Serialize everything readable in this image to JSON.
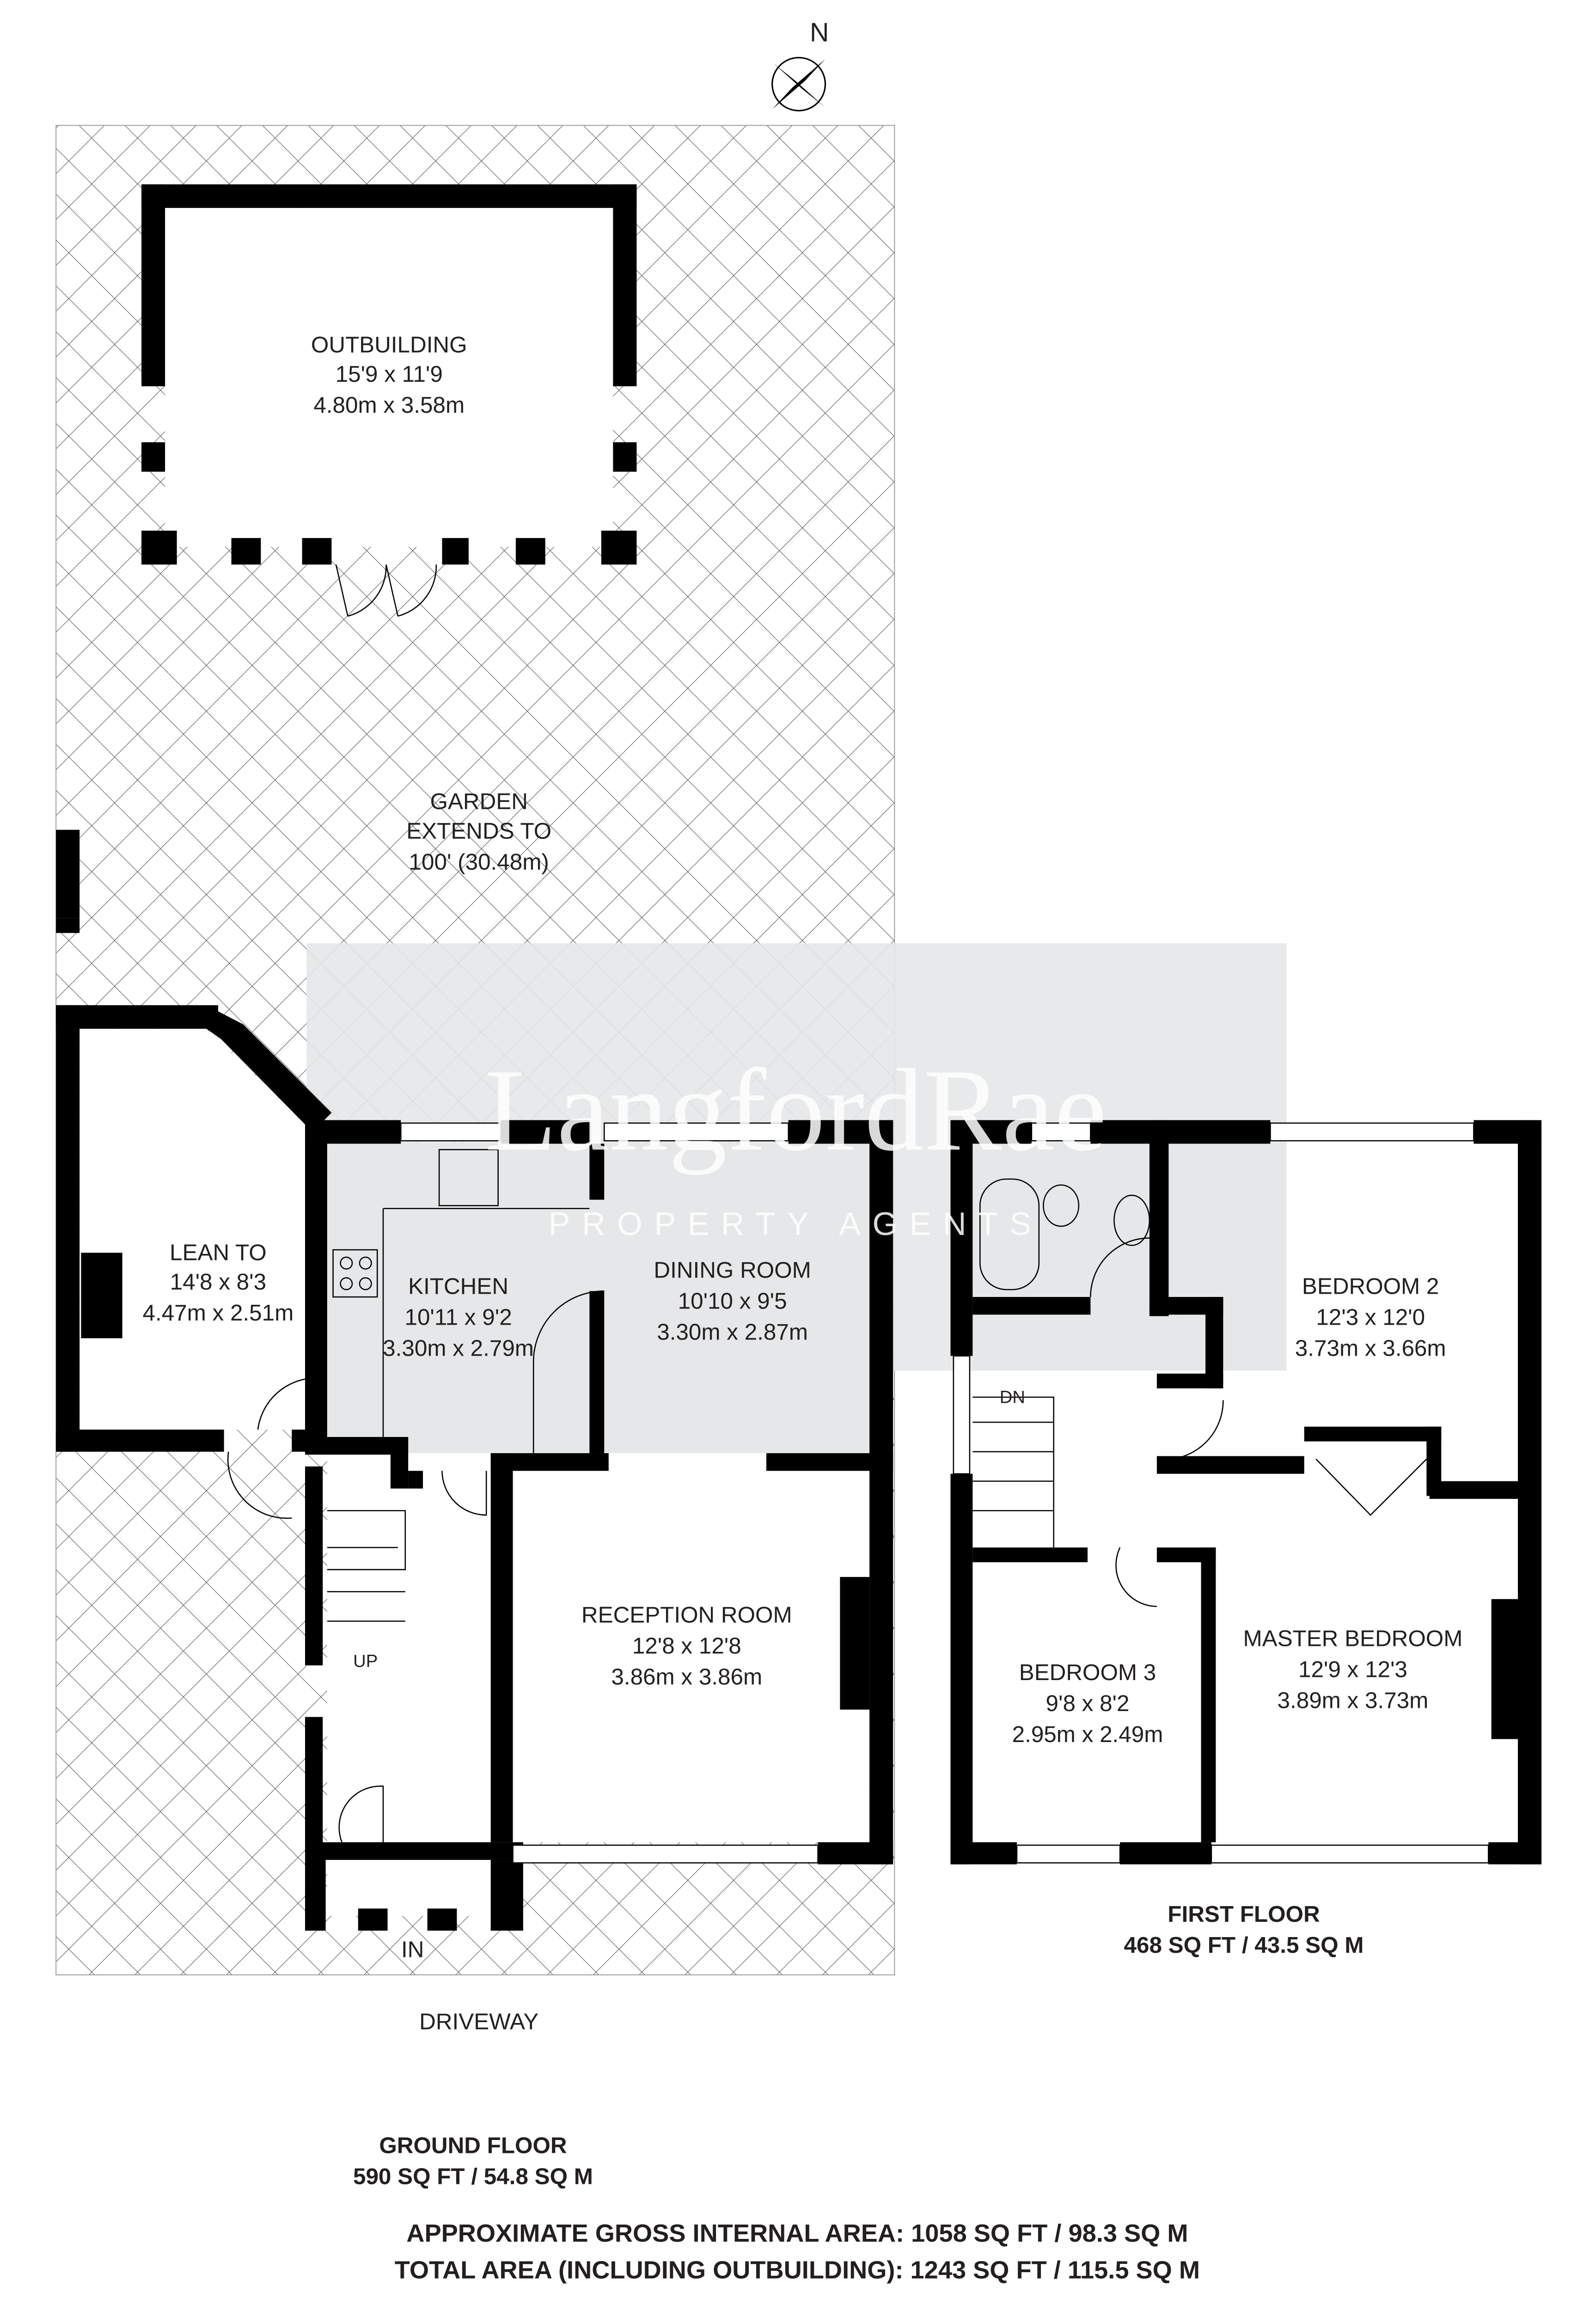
{
  "compass": {
    "label": "N"
  },
  "watermark": {
    "brand": "LangfordRae",
    "tagline": "PROPERTY AGENTS"
  },
  "ground_floor": {
    "title": "GROUND FLOOR",
    "area": "590 SQ FT / 54.8 SQ M",
    "rooms": [
      {
        "name": "OUTBUILDING",
        "imperial": "15'9 x 11'9",
        "metric": "4.80m x 3.58m"
      },
      {
        "name": "LEAN TO",
        "imperial": "14'8 x 8'3",
        "metric": "4.47m x 2.51m"
      },
      {
        "name": "KITCHEN",
        "imperial": "10'11 x 9'2",
        "metric": "3.30m x 2.79m"
      },
      {
        "name": "DINING ROOM",
        "imperial": "10'10 x 9'5",
        "metric": "3.30m x 2.87m"
      },
      {
        "name": "RECEPTION ROOM",
        "imperial": "12'8 x 12'8",
        "metric": "3.86m x 3.86m"
      }
    ],
    "garden": [
      "GARDEN",
      "EXTENDS TO",
      "100' (30.48m)"
    ],
    "stairs_label": "UP",
    "entrance_label": "IN",
    "driveway_label": "DRIVEWAY"
  },
  "first_floor": {
    "title": "FIRST FLOOR",
    "area": "468 SQ FT / 43.5 SQ M",
    "rooms": [
      {
        "name": "BEDROOM 2",
        "imperial": "12'3 x 12'0",
        "metric": "3.73m x 3.66m"
      },
      {
        "name": "MASTER BEDROOM",
        "imperial": "12'9 x 12'3",
        "metric": "3.89m x 3.73m"
      },
      {
        "name": "BEDROOM 3",
        "imperial": "9'8 x 8'2",
        "metric": "2.95m x 2.49m"
      }
    ],
    "stairs_label": "DN"
  },
  "totals": {
    "gross_internal": "APPROXIMATE GROSS INTERNAL AREA: 1058 SQ FT / 98.3 SQ M",
    "total_incl_outbuilding": "TOTAL AREA (INCLUDING OUTBUILDING): 1243 SQ FT / 115.5 SQ M"
  },
  "colors": {
    "walls": "#000000",
    "interior": "#ffffff",
    "watermark_band": "#e6e7e8",
    "hatch": "#4d4d4d"
  }
}
